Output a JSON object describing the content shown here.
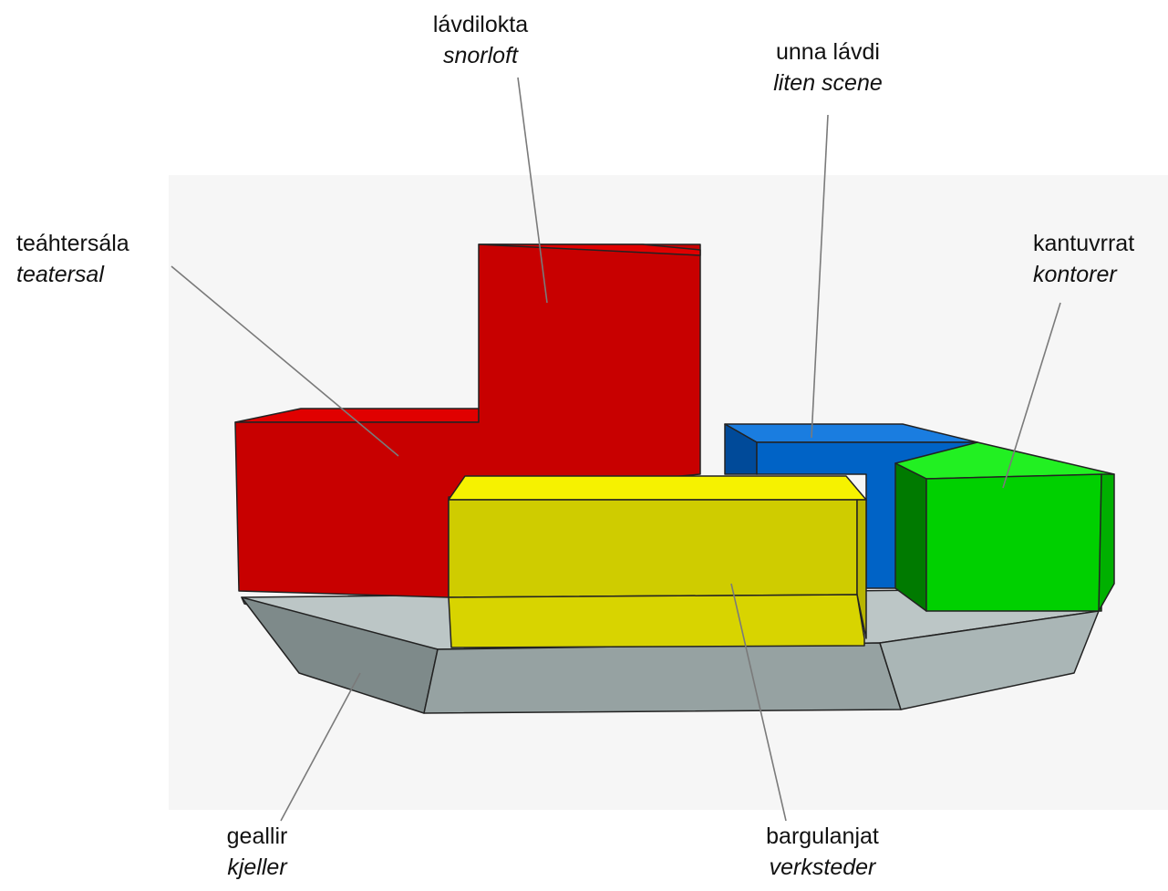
{
  "colors": {
    "theater": "#c80000",
    "small_stage": "#0063c6",
    "offices": "#00d400",
    "workshops": "#d4d000",
    "basement": "#a9b4b4",
    "leader_line": "#7a7a7a"
  },
  "labels": {
    "snorloft": {
      "sami": "lávdilokta",
      "norwegian": "snorloft"
    },
    "small_stage": {
      "sami": "unna lávdi",
      "norwegian": "liten scene"
    },
    "theater_hall": {
      "sami": "teáhtersála",
      "norwegian": "teatersal"
    },
    "offices": {
      "sami": "kantuvrrat",
      "norwegian": "kontorer"
    },
    "basement": {
      "sami": "geallir",
      "norwegian": "kjeller"
    },
    "workshops": {
      "sami": "bargulanjat",
      "norwegian": "verksteder"
    }
  }
}
